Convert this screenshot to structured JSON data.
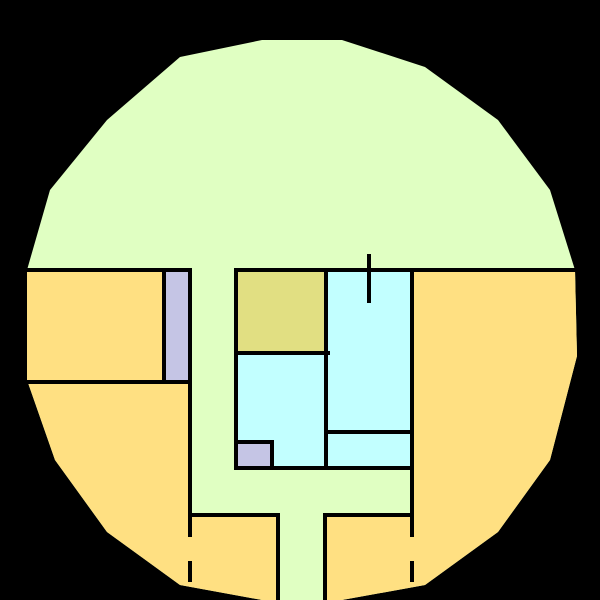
{
  "floorplan": {
    "colors": {
      "background": "#000000",
      "open_area": "#E0FFC2",
      "room_orange": "#FFE082",
      "room_lavender": "#C5C5E5",
      "room_olive": "#E1DF82",
      "room_cyan": "#C2FFFF",
      "wall": "#000000"
    },
    "rooms": [
      {
        "id": "open-area-circle",
        "type": "open_area"
      },
      {
        "id": "left-upper-room",
        "type": "room_orange"
      },
      {
        "id": "left-lower-room",
        "type": "room_orange"
      },
      {
        "id": "right-room",
        "type": "room_orange"
      },
      {
        "id": "bottom-left-room",
        "type": "room_orange"
      },
      {
        "id": "bottom-right-room",
        "type": "room_orange"
      },
      {
        "id": "left-closet",
        "type": "room_lavender"
      },
      {
        "id": "small-closet",
        "type": "room_lavender"
      },
      {
        "id": "olive-room",
        "type": "room_olive"
      },
      {
        "id": "cyan-room-left",
        "type": "room_cyan"
      },
      {
        "id": "cyan-room-right",
        "type": "room_cyan"
      }
    ]
  }
}
